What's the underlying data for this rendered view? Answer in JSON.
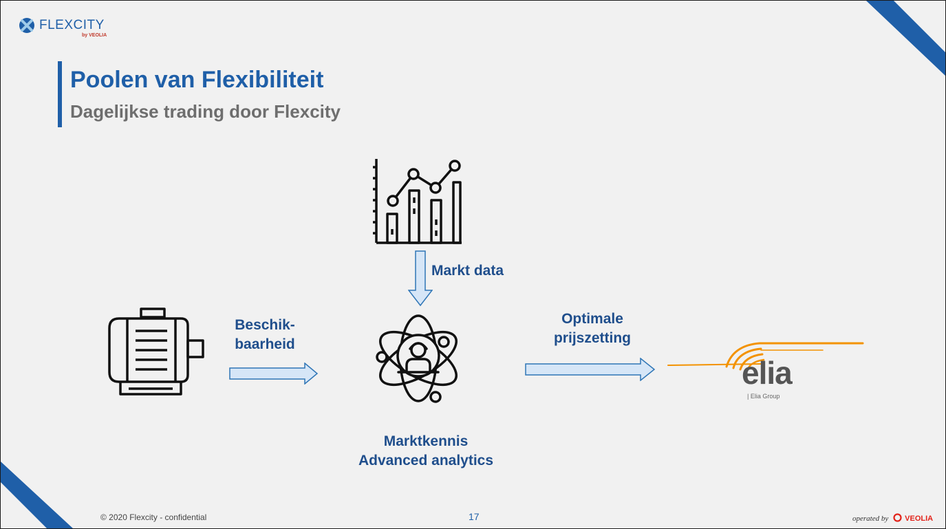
{
  "logo": {
    "name": "FLEXCITY",
    "sub": "by VEOLIA"
  },
  "title": "Poolen van Flexibiliteit",
  "subtitle": "Dagelijkse trading door Flexcity",
  "labels": {
    "market_data": "Markt data",
    "availability_line1": "Beschik-",
    "availability_line2": "baarheid",
    "pricing_line1": "Optimale",
    "pricing_line2": "prijszetting",
    "knowledge_line1": "Marktkennis",
    "knowledge_line2": "Advanced analytics"
  },
  "elia": {
    "word": "elia",
    "group": "| Elia Group"
  },
  "footer": {
    "copyright": "© 2020 Flexcity - confidential",
    "page": "17",
    "operated_by": "operated by",
    "veolia": "VEOLIA"
  },
  "icons": [
    "flexcity-logo-icon",
    "chart-icon",
    "motor-icon",
    "analytics-person-icon",
    "elia-logo",
    "veolia-icon"
  ],
  "colors": {
    "brand_blue": "#1f5fa8",
    "label_blue": "#1f4e8c",
    "arrow_fill": "#d6e6f7",
    "arrow_stroke": "#2e75b6",
    "elia_orange": "#f39200",
    "elia_grey": "#555555"
  }
}
